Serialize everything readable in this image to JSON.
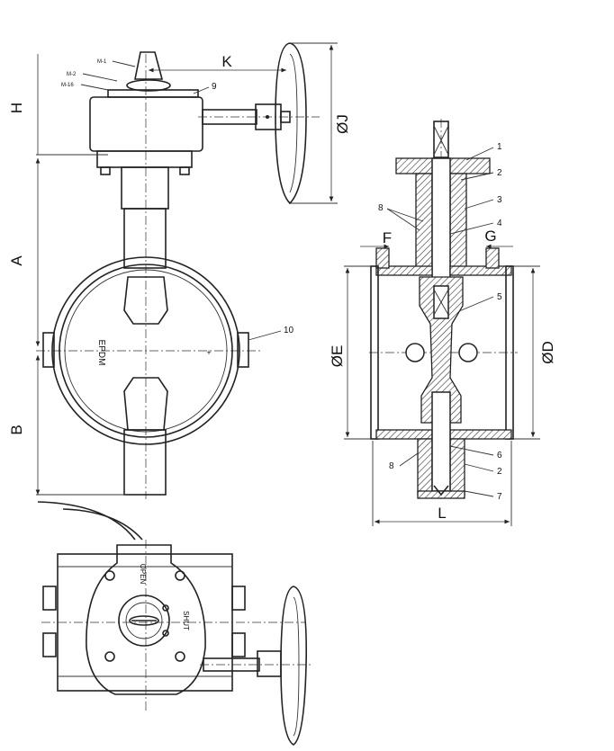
{
  "dimensions": {
    "K": "K",
    "H": "H",
    "A": "A",
    "B": "B",
    "J": "ØJ",
    "E": "ØE",
    "D": "ØD",
    "F": "F",
    "G": "G",
    "L": "L"
  },
  "part_numbers": [
    "1",
    "2",
    "3",
    "4",
    "5",
    "8",
    "8",
    "6",
    "2",
    "7",
    "9",
    "10"
  ],
  "small_labels": [
    "M-1",
    "M-2",
    "M-16"
  ],
  "seat_label": "EPDM",
  "handwheel_plate": {
    "open": "OPEN",
    "shut": "SHUT"
  },
  "colors": {
    "line": "#222222",
    "background": "#ffffff"
  }
}
